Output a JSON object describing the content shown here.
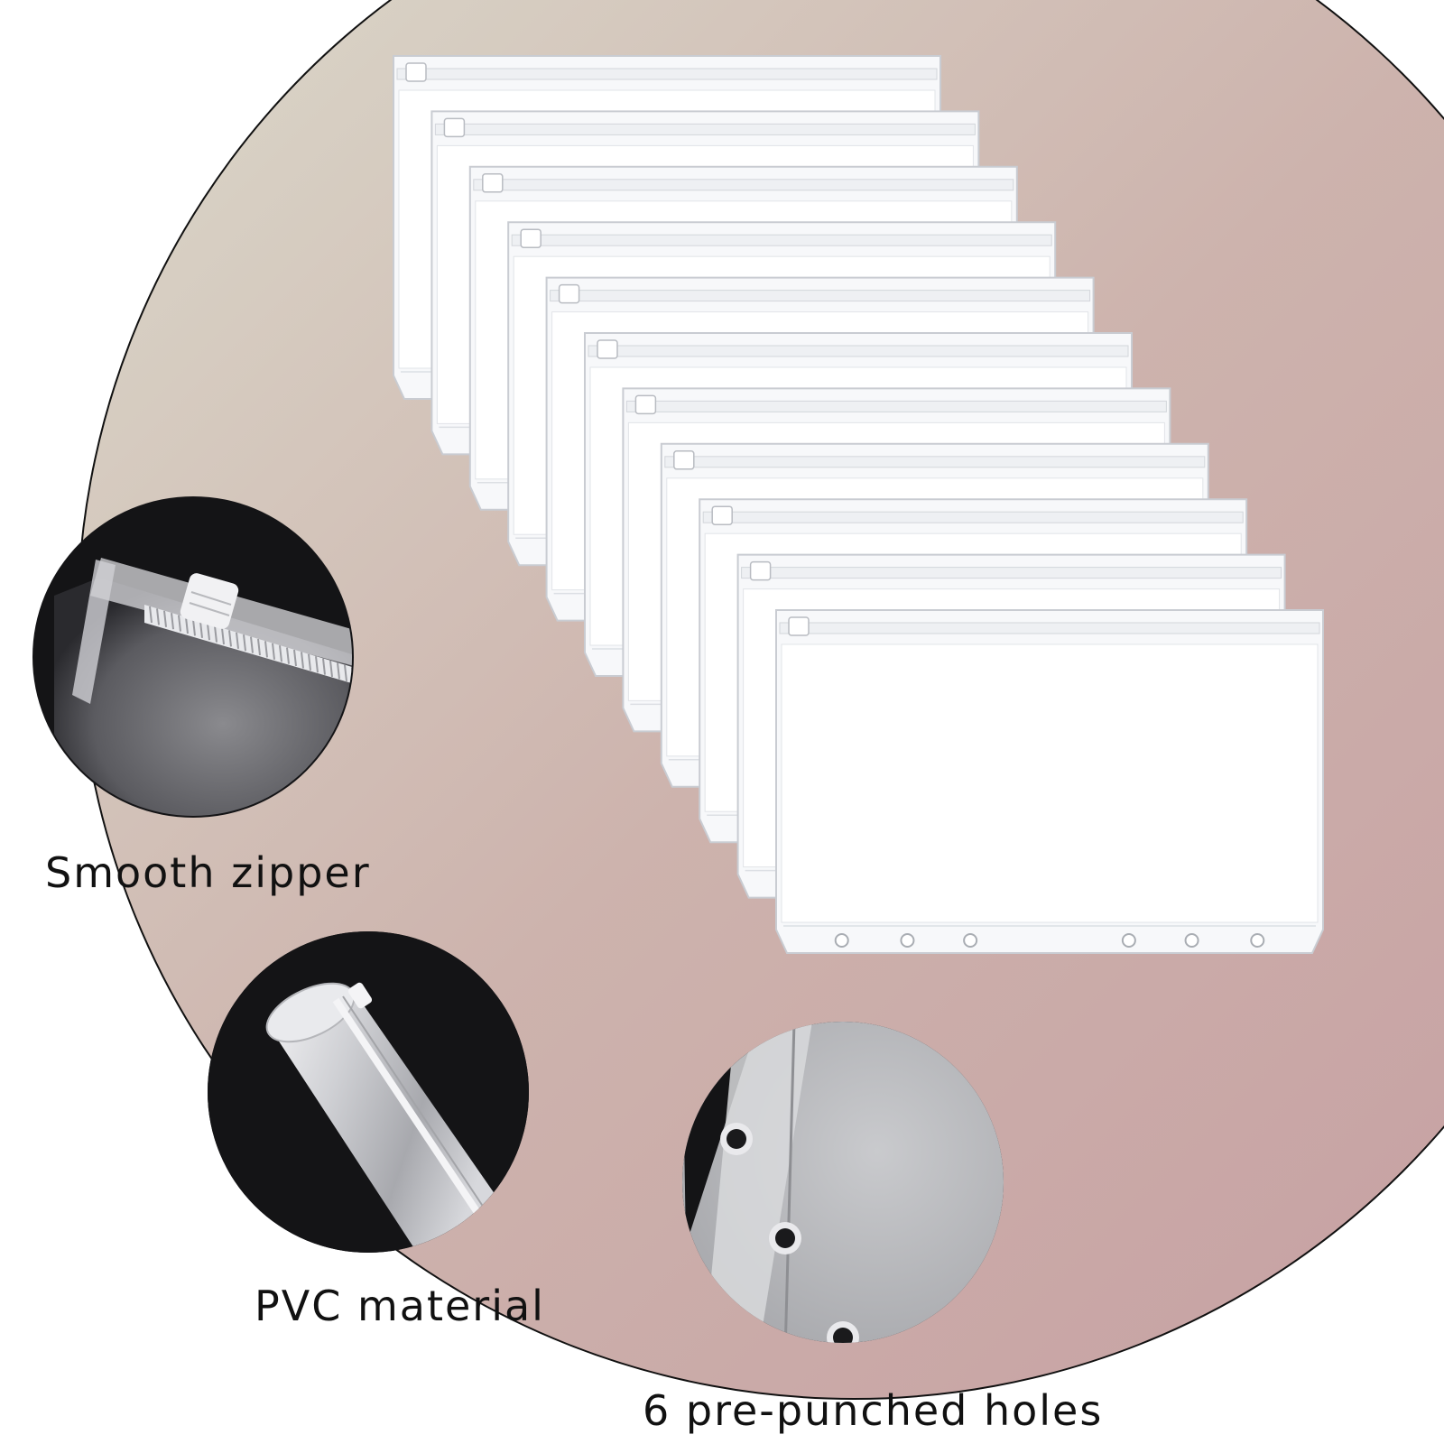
{
  "image": {
    "subject": "Clear PVC zipper binder pockets",
    "pouch_count": 11,
    "holes_per_pouch": 6
  },
  "features": [
    {
      "id": "zipper",
      "label": "Smooth zipper"
    },
    {
      "id": "pvc",
      "label": "PVC material"
    },
    {
      "id": "holes",
      "label": "6 pre-punched holes"
    }
  ],
  "colors": {
    "backdrop_left": "#dcdccd",
    "backdrop_right": "#c69ea1",
    "inset_dark": "#141416",
    "pouch_fill": "#ffffff",
    "pouch_edge": "#c9ccd2"
  }
}
